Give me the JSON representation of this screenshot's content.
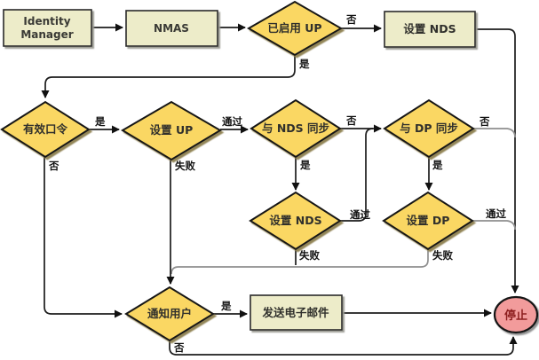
{
  "diagram": {
    "type": "flowchart",
    "background": "#FFFFFF",
    "colors": {
      "box_fill": "#EDECC9",
      "diamond_fill": "#FAD763",
      "stop_fill": "#F29B9B",
      "stop_text": "#8E1F1F",
      "line_black": "#1C1C1C",
      "line_gray": "#8F8F8F",
      "border": "#191919"
    },
    "nodes": {
      "identity_manager": {
        "shape": "rect",
        "line1": "Identity",
        "line2": "Manager"
      },
      "nmas": {
        "shape": "rect",
        "label": "NMAS"
      },
      "up_enabled": {
        "shape": "diamond",
        "label": "已启用 UP"
      },
      "set_nds_box": {
        "shape": "rect",
        "label": "设置 NDS"
      },
      "valid_password": {
        "shape": "diamond",
        "label": "有效口令"
      },
      "set_up": {
        "shape": "diamond",
        "label": "设置 UP"
      },
      "sync_nds": {
        "shape": "diamond",
        "label": "与 NDS 同步"
      },
      "sync_dp": {
        "shape": "diamond",
        "label": "与 DP 同步"
      },
      "set_nds_diamond": {
        "shape": "diamond",
        "label": "设置 NDS"
      },
      "set_dp_diamond": {
        "shape": "diamond",
        "label": "设置 DP"
      },
      "notify_user": {
        "shape": "diamond",
        "label": "通知用户"
      },
      "send_email": {
        "shape": "rect",
        "label": "发送电子邮件"
      },
      "stop": {
        "shape": "ellipse",
        "label": "停止"
      }
    },
    "edge_labels": {
      "up_enabled_no": "否",
      "up_enabled_yes": "是",
      "valid_password_yes": "是",
      "valid_password_no": "否",
      "set_up_pass": "通过",
      "set_up_fail": "失败",
      "sync_nds_no": "否",
      "sync_nds_yes": "是",
      "sync_dp_no": "否",
      "sync_dp_yes": "是",
      "set_nds_pass": "通过",
      "set_nds_fail": "失败",
      "set_dp_pass": "通过",
      "set_dp_fail": "失败",
      "notify_user_yes": "是",
      "notify_user_no": "否"
    },
    "edges": [
      {
        "from": "identity_manager",
        "to": "nmas",
        "label": ""
      },
      {
        "from": "nmas",
        "to": "up_enabled",
        "label": ""
      },
      {
        "from": "up_enabled",
        "to": "set_nds_box",
        "label": "否"
      },
      {
        "from": "up_enabled",
        "to": "valid_password",
        "label": "是"
      },
      {
        "from": "set_nds_box",
        "to": "stop",
        "label": ""
      },
      {
        "from": "valid_password",
        "to": "set_up",
        "label": "是"
      },
      {
        "from": "valid_password",
        "to": "notify_user",
        "label": "否"
      },
      {
        "from": "set_up",
        "to": "sync_nds",
        "label": "通过"
      },
      {
        "from": "set_up",
        "to": "notify_user",
        "label": "失败"
      },
      {
        "from": "sync_nds",
        "to": "sync_dp",
        "label": "否"
      },
      {
        "from": "sync_nds",
        "to": "set_nds_diamond",
        "label": "是"
      },
      {
        "from": "set_nds_diamond",
        "to": "sync_dp",
        "label": "通过"
      },
      {
        "from": "set_nds_diamond",
        "to": "notify_user",
        "label": "失败"
      },
      {
        "from": "sync_dp",
        "to": "stop",
        "label": "否"
      },
      {
        "from": "sync_dp",
        "to": "set_dp_diamond",
        "label": "是"
      },
      {
        "from": "set_dp_diamond",
        "to": "stop",
        "label": "通过"
      },
      {
        "from": "set_dp_diamond",
        "to": "notify_user",
        "label": "失败"
      },
      {
        "from": "notify_user",
        "to": "send_email",
        "label": "是"
      },
      {
        "from": "notify_user",
        "to": "stop",
        "label": "否"
      },
      {
        "from": "send_email",
        "to": "stop",
        "label": ""
      }
    ]
  }
}
